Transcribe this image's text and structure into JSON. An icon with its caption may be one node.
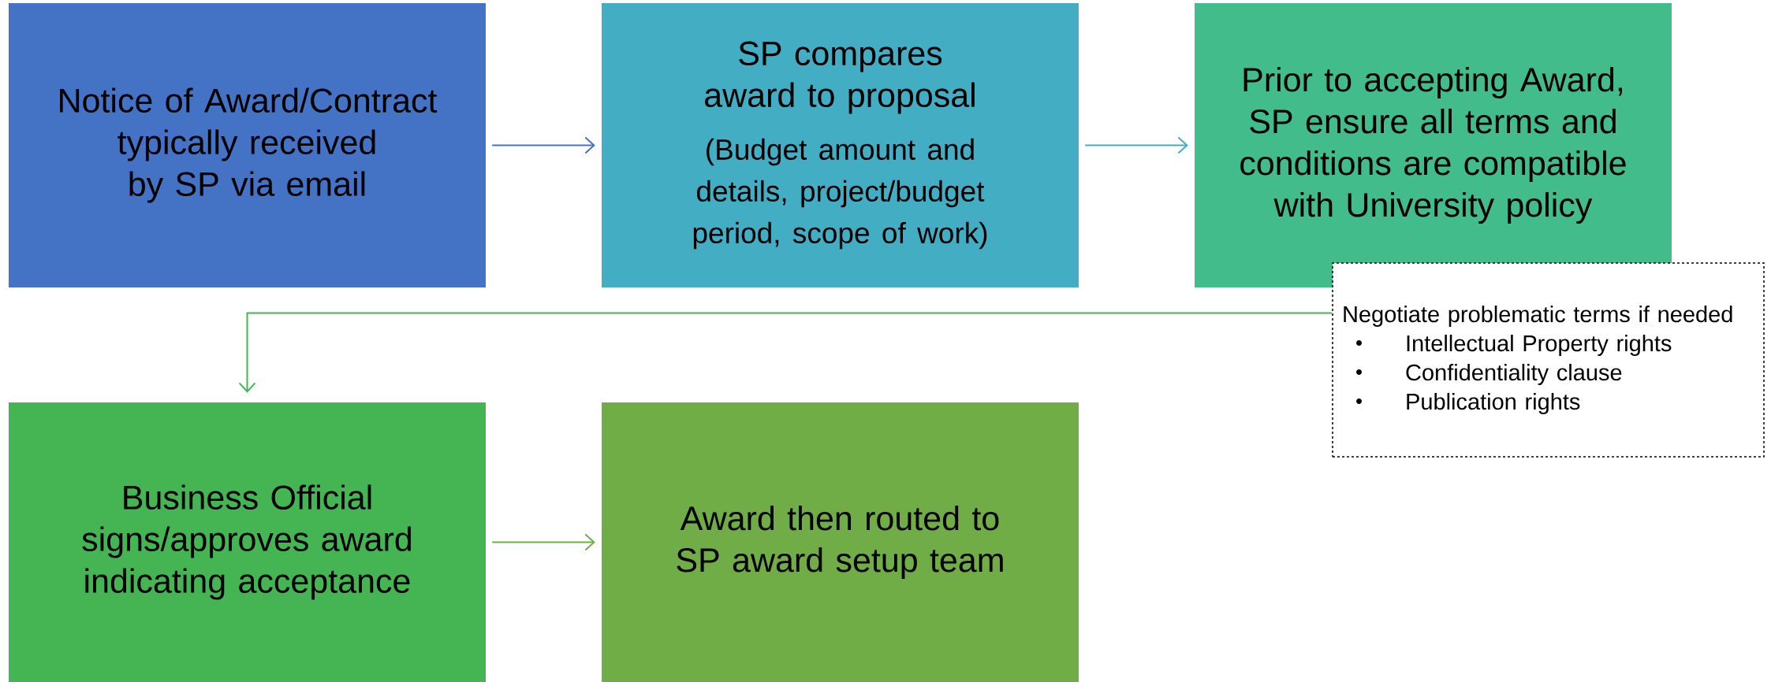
{
  "diagram": {
    "nodes": [
      {
        "text": [
          "Notice of Award/Contract typically received by SP via email"
        ]
      },
      {
        "text": [
          "SP compares award to proposal",
          "(Budget amount and details, project/budget period, scope of work)"
        ]
      },
      {
        "text": [
          "Prior to accepting Award, SP ensure all terms and conditions are compatible with University policy"
        ]
      },
      {
        "text": [
          "Negotiate problematic terms if needed",
          "Intellectual Property rights",
          "Confidentiality clause",
          "Publication rights"
        ]
      },
      {
        "text": [
          "Business Official signs/approves award indicating acceptance"
        ]
      },
      {
        "text": [
          "Award then routed to SP award setup team"
        ]
      }
    ],
    "edges": [
      {
        "from": 0,
        "to": 1,
        "arrow": "to",
        "color": "#4472c4"
      },
      {
        "from": 1,
        "to": 2,
        "arrow": "to",
        "color": "#43adc3"
      },
      {
        "from": 3,
        "to": 4,
        "arrow": "to",
        "color": "#45b553"
      },
      {
        "from": 4,
        "to": 5,
        "arrow": "to",
        "color": "#70ad47"
      }
    ]
  }
}
